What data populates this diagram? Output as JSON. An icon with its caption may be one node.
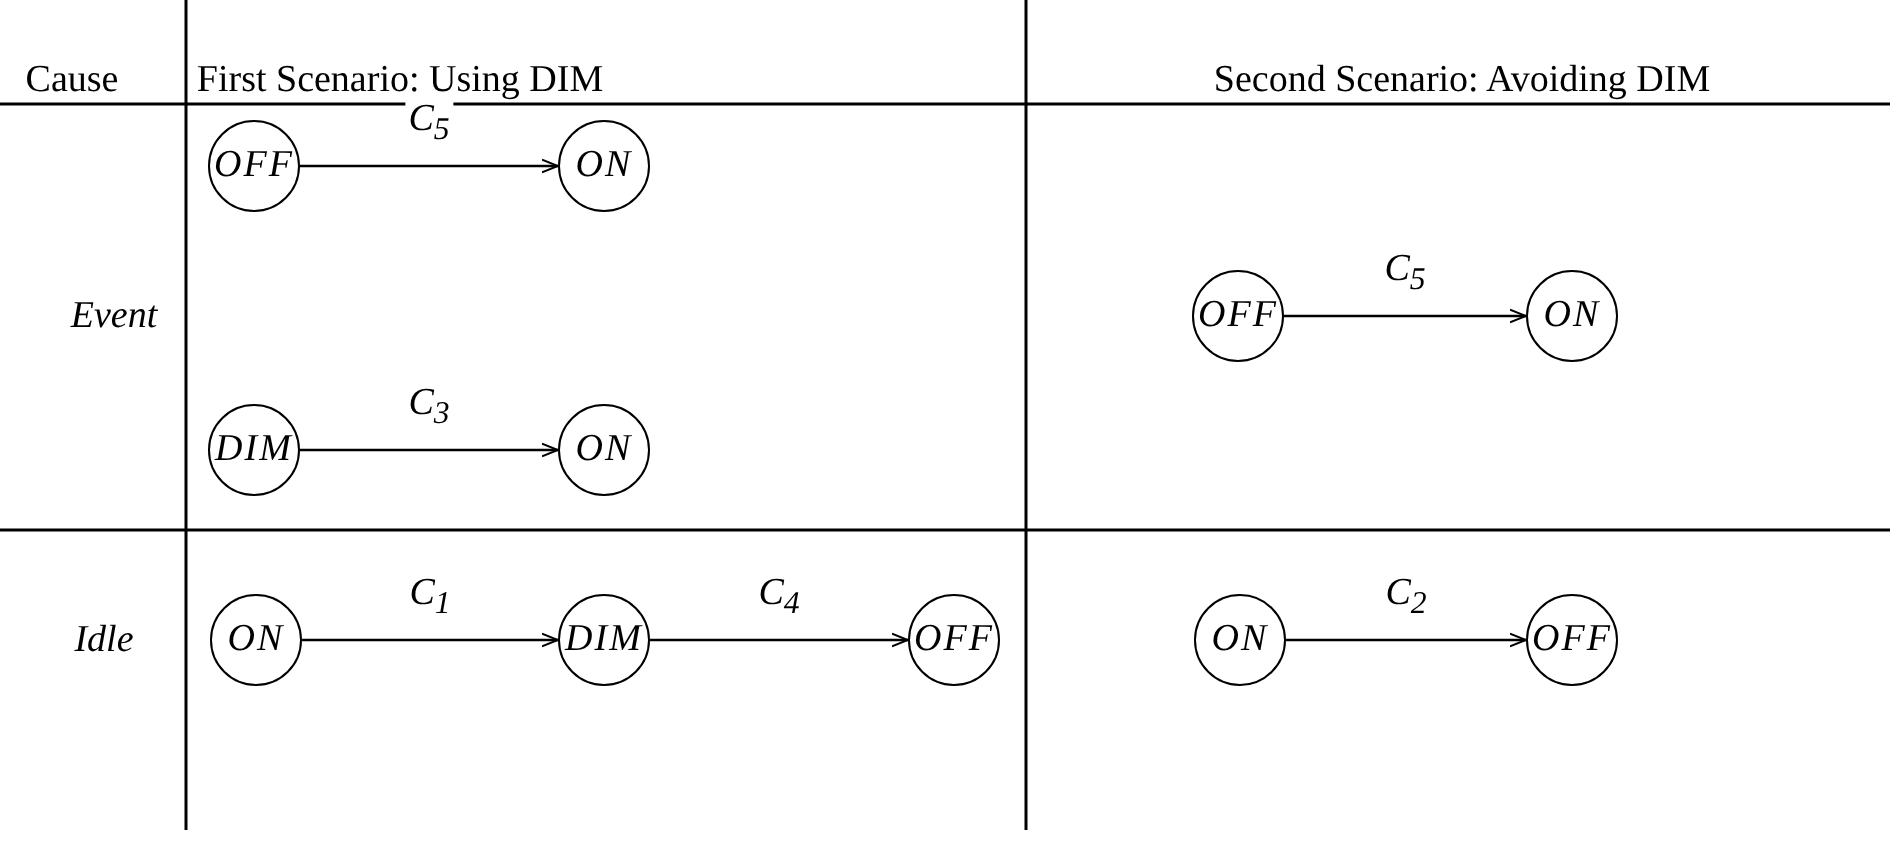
{
  "diagram": {
    "nodes": [
      {
        "text": [
          "OFF"
        ]
      },
      {
        "text": [
          "ON"
        ]
      },
      {
        "text": [
          "OFF"
        ]
      },
      {
        "text": [
          "ON"
        ]
      },
      {
        "text": [
          "DIM"
        ]
      },
      {
        "text": [
          "ON"
        ]
      },
      {
        "text": [
          "ON"
        ]
      },
      {
        "text": [
          "DIM"
        ]
      },
      {
        "text": [
          "OFF"
        ]
      },
      {
        "text": [
          "ON"
        ]
      },
      {
        "text": [
          "OFF"
        ]
      }
    ],
    "edges": [
      {
        "from": 0,
        "to": 1,
        "arrow": "to",
        "label": "C$_{5}$"
      },
      {
        "from": 2,
        "to": 3,
        "arrow": "to",
        "label": "C$_{5}$"
      },
      {
        "from": 4,
        "to": 5,
        "arrow": "to",
        "label": "C$_{3}$"
      },
      {
        "from": 6,
        "to": 7,
        "arrow": "to",
        "label": "C$_{1}$"
      },
      {
        "from": 7,
        "to": 8,
        "arrow": "to",
        "label": "C$_{4}$"
      },
      {
        "from": 9,
        "to": 10,
        "arrow": "to",
        "label": "C$_{2}$"
      }
    ],
    "labels": [
      "Cause",
      "First Scenario: Using DIM",
      "Second Scenario: Avoiding DIM",
      "Event",
      "Idle"
    ]
  }
}
